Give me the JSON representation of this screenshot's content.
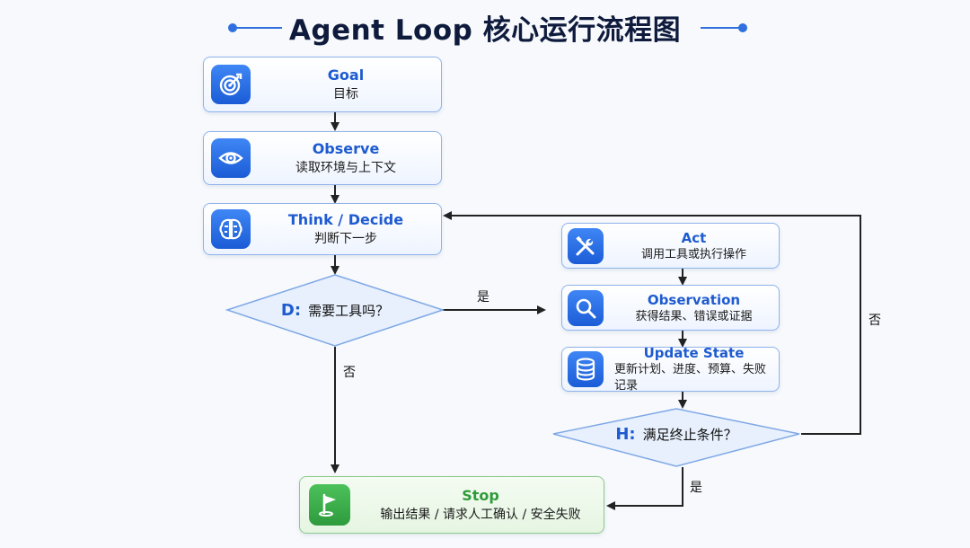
{
  "title": "Agent Loop 核心运行流程图",
  "nodes": {
    "goal": {
      "en": "Goal",
      "zh": "目标",
      "icon": "target-icon"
    },
    "observe": {
      "en": "Observe",
      "zh": "读取环境与上下文",
      "icon": "eye-icon"
    },
    "think": {
      "en": "Think / Decide",
      "zh": "判断下一步",
      "icon": "brain-icon"
    },
    "act": {
      "en": "Act",
      "zh": "调用工具或执行操作",
      "icon": "tools-icon"
    },
    "observation": {
      "en": "Observation",
      "zh": "获得结果、错误或证据",
      "icon": "magnifier-icon"
    },
    "update": {
      "en": "Update State",
      "zh": "更新计划、进度、预算、失败记录",
      "icon": "database-icon"
    },
    "stop": {
      "en": "Stop",
      "zh": "输出结果 / 请求人工确认 / 安全失败",
      "icon": "flag-icon"
    }
  },
  "decisions": {
    "d": {
      "key": "D:",
      "text": "需要工具吗？"
    },
    "h": {
      "key": "H:",
      "text": "满足终止条件？"
    }
  },
  "edge_labels": {
    "d_yes": "是",
    "d_no": "否",
    "h_yes": "是",
    "h_no": "否"
  },
  "colors": {
    "accent": "#1e5bd0",
    "node_border": "#8fb3ec",
    "stop_green": "#2f9b3a",
    "arrow": "#222222"
  }
}
